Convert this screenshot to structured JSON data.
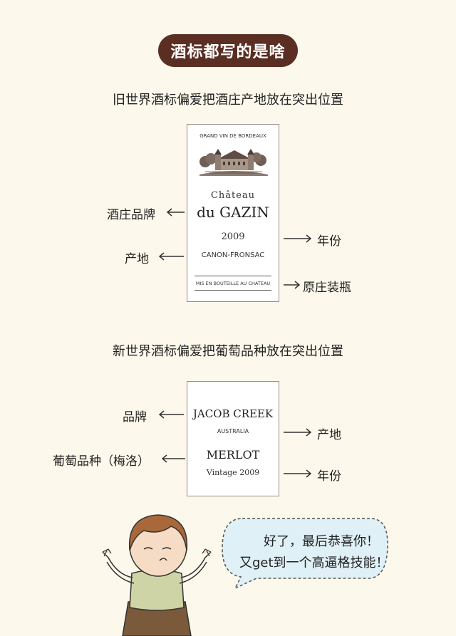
{
  "title": "酒标都写的是啥",
  "old_world": {
    "caption": "旧世界酒标偏爱把酒庄产地放在突出位置",
    "label": {
      "top_text": "GRAND VIN DE BORDEAUX",
      "chateau_line": "Château",
      "name_line": "du GAZIN",
      "year": "2009",
      "region": "CANON-FRONSAC",
      "bottled": "MIS EN BOUTEILLE AU CHATEAU"
    },
    "annotations": {
      "brand": "酒庄品牌",
      "origin": "产地",
      "vintage": "年份",
      "estate_bottled": "原庄装瓶"
    }
  },
  "new_world": {
    "caption": "新世界酒标偏爱把葡萄品种放在突出位置",
    "label": {
      "brand": "JACOB CREEK",
      "country": "AUSTRALIA",
      "variety": "MERLOT",
      "vintage": "Vintage 2009"
    },
    "annotations": {
      "brand": "品牌",
      "variety": "葡萄品种（梅洛）",
      "origin": "产地",
      "vintage": "年份"
    }
  },
  "speech_bubble": {
    "line1": "好了，最后恭喜你！",
    "line2": "又get到一个高逼格技能！"
  }
}
